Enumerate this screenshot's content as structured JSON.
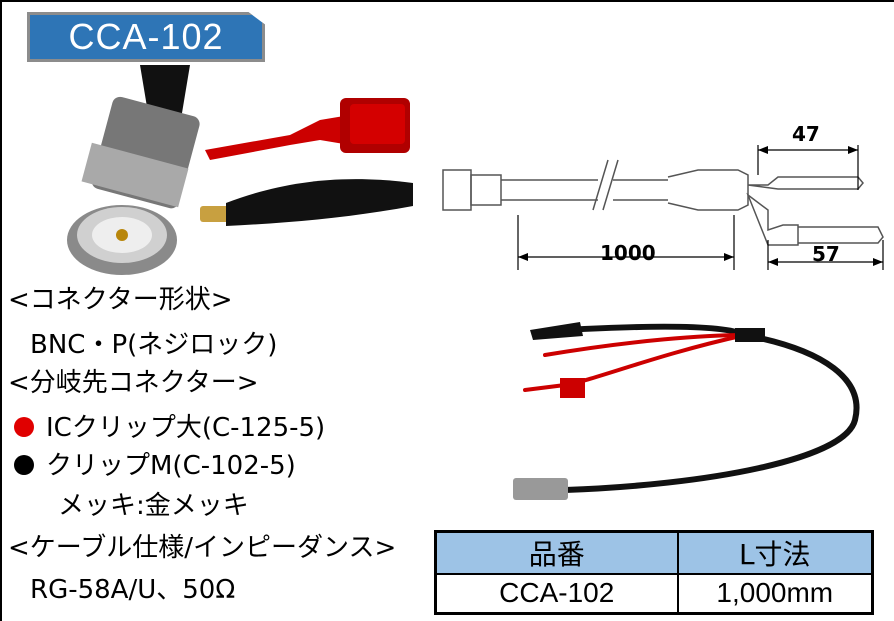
{
  "title": "CCA-102",
  "diagram": {
    "dim_total": "1000",
    "dim_clip_small": "47",
    "dim_clip_large": "57"
  },
  "specs": {
    "connector_heading": "<コネクター形状>",
    "connector_value": "BNC・P(ネジロック)",
    "branch_heading": "<分岐先コネクター>",
    "branch_items": [
      {
        "label": "ICクリップ大(C-125-5)",
        "color": "#e00000"
      },
      {
        "label": "クリップM(C-102-5)",
        "color": "#000000"
      }
    ],
    "plating": "メッキ:金メッキ",
    "cable_heading": "<ケーブル仕様/インピーダンス>",
    "cable_value": "RG-58A/U、50Ω"
  },
  "table": {
    "headers": [
      "品番",
      "L寸法"
    ],
    "rows": [
      [
        "CCA-102",
        "1,000mm"
      ]
    ]
  },
  "colors": {
    "badge": "#2e75b6",
    "table_header": "#9dc3e6"
  }
}
